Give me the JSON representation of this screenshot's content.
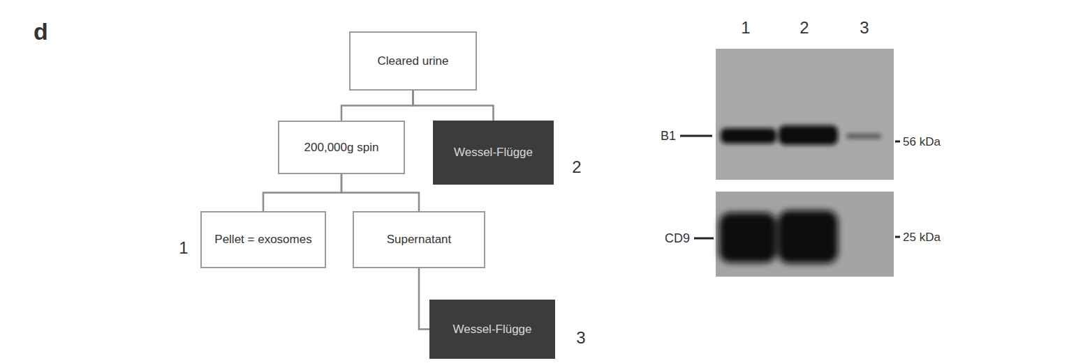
{
  "diagram": {
    "nodes": [
      {
        "text": [
          "Cleared urine"
        ]
      },
      {
        "text": [
          "200,000g spin"
        ]
      },
      {
        "text": [
          "Wessel-Flügge"
        ]
      },
      {
        "text": [
          "Pellet = exosomes"
        ]
      },
      {
        "text": [
          "Supernatant"
        ]
      },
      {
        "text": [
          "Wessel-Flügge"
        ]
      }
    ],
    "edges": [
      {
        "from": 0,
        "to": 1,
        "arrow": "none"
      },
      {
        "from": 0,
        "to": 2,
        "arrow": "none"
      },
      {
        "from": 1,
        "to": 3,
        "arrow": "none"
      },
      {
        "from": 1,
        "to": 4,
        "arrow": "none"
      },
      {
        "from": 4,
        "to": 5,
        "arrow": "none"
      }
    ],
    "labels": [
      "d",
      "2",
      "1",
      "3",
      "1",
      "2",
      "3",
      "B1",
      "56 kDa",
      "CD9",
      "25 kDa"
    ]
  }
}
